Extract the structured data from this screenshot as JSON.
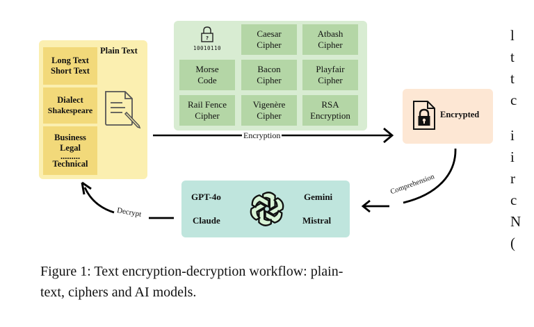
{
  "figure": {
    "plain_text": {
      "title": "Plain Text",
      "groups": [
        {
          "lines": [
            "Long Text",
            "Short Text"
          ]
        },
        {
          "lines": [
            "Dialect",
            "Shakespeare"
          ]
        },
        {
          "lines": [
            "Business",
            "Legal",
            ".........",
            "Technical"
          ]
        }
      ],
      "icon": "document-pencil-icon"
    },
    "ciphers": {
      "icon": "lock-binary-icon",
      "binary_text": "10010110",
      "cells": [
        {
          "lines": [
            "Caesar",
            "Cipher"
          ]
        },
        {
          "lines": [
            "Atbash",
            "Cipher"
          ]
        },
        {
          "lines": [
            "Morse",
            "Code"
          ]
        },
        {
          "lines": [
            "Bacon",
            "Cipher"
          ]
        },
        {
          "lines": [
            "Playfair",
            "Cipher"
          ]
        },
        {
          "lines": [
            "Rail Fence",
            "Cipher"
          ]
        },
        {
          "lines": [
            "Vigenère",
            "Cipher"
          ]
        },
        {
          "lines": [
            "RSA",
            "Encryption"
          ]
        }
      ]
    },
    "encrypted": {
      "label": "Encrypted",
      "icon": "locked-file-icon"
    },
    "models": {
      "left": [
        "GPT-4o",
        "Claude"
      ],
      "right": [
        "Gemini",
        "Mistral"
      ],
      "icon": "openai-logo-icon"
    },
    "arrows": {
      "encryption": "Encryption",
      "comprehension": "Comprehension",
      "decrypt": "Decrypt"
    },
    "colors": {
      "plain_panel": "#fbefb0",
      "plain_box": "#f2d97a",
      "cipher_panel": "#d8ecd2",
      "cipher_cell": "#b4d6a6",
      "encrypted_box": "#fde7d4",
      "model_panel": "#bfe5dd"
    }
  },
  "caption": {
    "line1": "Figure 1: Text encryption-decryption workflow: plain-",
    "line2": "text, ciphers and AI models."
  },
  "right_column_fragments": [
    "l",
    "t",
    "t",
    "c",
    "",
    "i",
    "i",
    "r",
    "c",
    "N",
    "("
  ]
}
